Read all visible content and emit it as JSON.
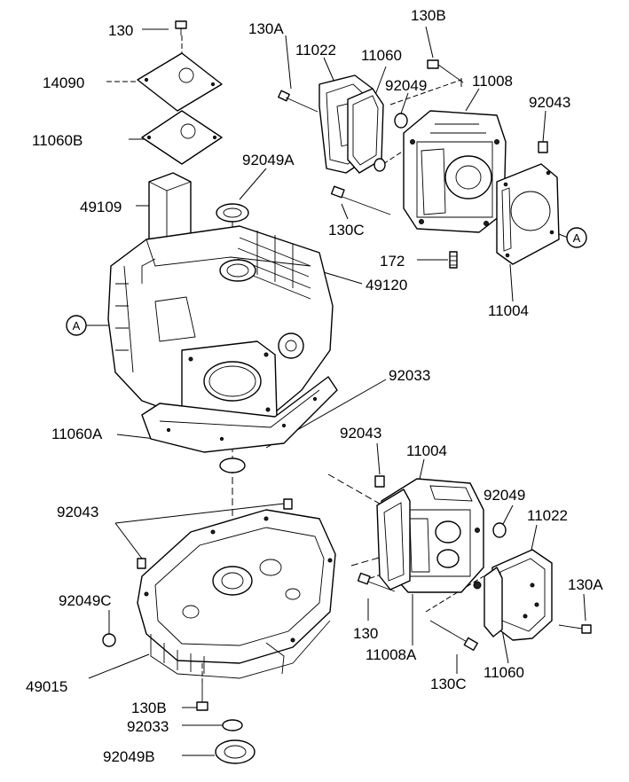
{
  "diagram": {
    "callouts": [
      {
        "id": "c01",
        "text": "130"
      },
      {
        "id": "c02",
        "text": "130A"
      },
      {
        "id": "c03",
        "text": "130B"
      },
      {
        "id": "c04",
        "text": "11022"
      },
      {
        "id": "c05",
        "text": "11060"
      },
      {
        "id": "c06",
        "text": "14090"
      },
      {
        "id": "c07",
        "text": "92049"
      },
      {
        "id": "c08",
        "text": "11008"
      },
      {
        "id": "c09",
        "text": "92043"
      },
      {
        "id": "c10",
        "text": "11060B"
      },
      {
        "id": "c11",
        "text": "92049A"
      },
      {
        "id": "c12",
        "text": "49109"
      },
      {
        "id": "c13",
        "text": "130C"
      },
      {
        "id": "c14",
        "text": "172"
      },
      {
        "id": "c15",
        "text": "49120"
      },
      {
        "id": "c16",
        "text": "11004"
      },
      {
        "id": "c17",
        "text": "92033"
      },
      {
        "id": "c18",
        "text": "11060A"
      },
      {
        "id": "c19",
        "text": "92043"
      },
      {
        "id": "c20",
        "text": "11004"
      },
      {
        "id": "c21",
        "text": "92043"
      },
      {
        "id": "c22",
        "text": "92049"
      },
      {
        "id": "c23",
        "text": "11022"
      },
      {
        "id": "c24",
        "text": "92049C"
      },
      {
        "id": "c25",
        "text": "130A"
      },
      {
        "id": "c26",
        "text": "130"
      },
      {
        "id": "c27",
        "text": "11008A"
      },
      {
        "id": "c28",
        "text": "49015"
      },
      {
        "id": "c29",
        "text": "130C"
      },
      {
        "id": "c30",
        "text": "11060"
      },
      {
        "id": "c31",
        "text": "130B"
      },
      {
        "id": "c32",
        "text": "92033"
      },
      {
        "id": "c33",
        "text": "92049B"
      }
    ],
    "reference_markers": [
      {
        "id": "m1",
        "text": "A"
      },
      {
        "id": "m2",
        "text": "A"
      }
    ]
  }
}
